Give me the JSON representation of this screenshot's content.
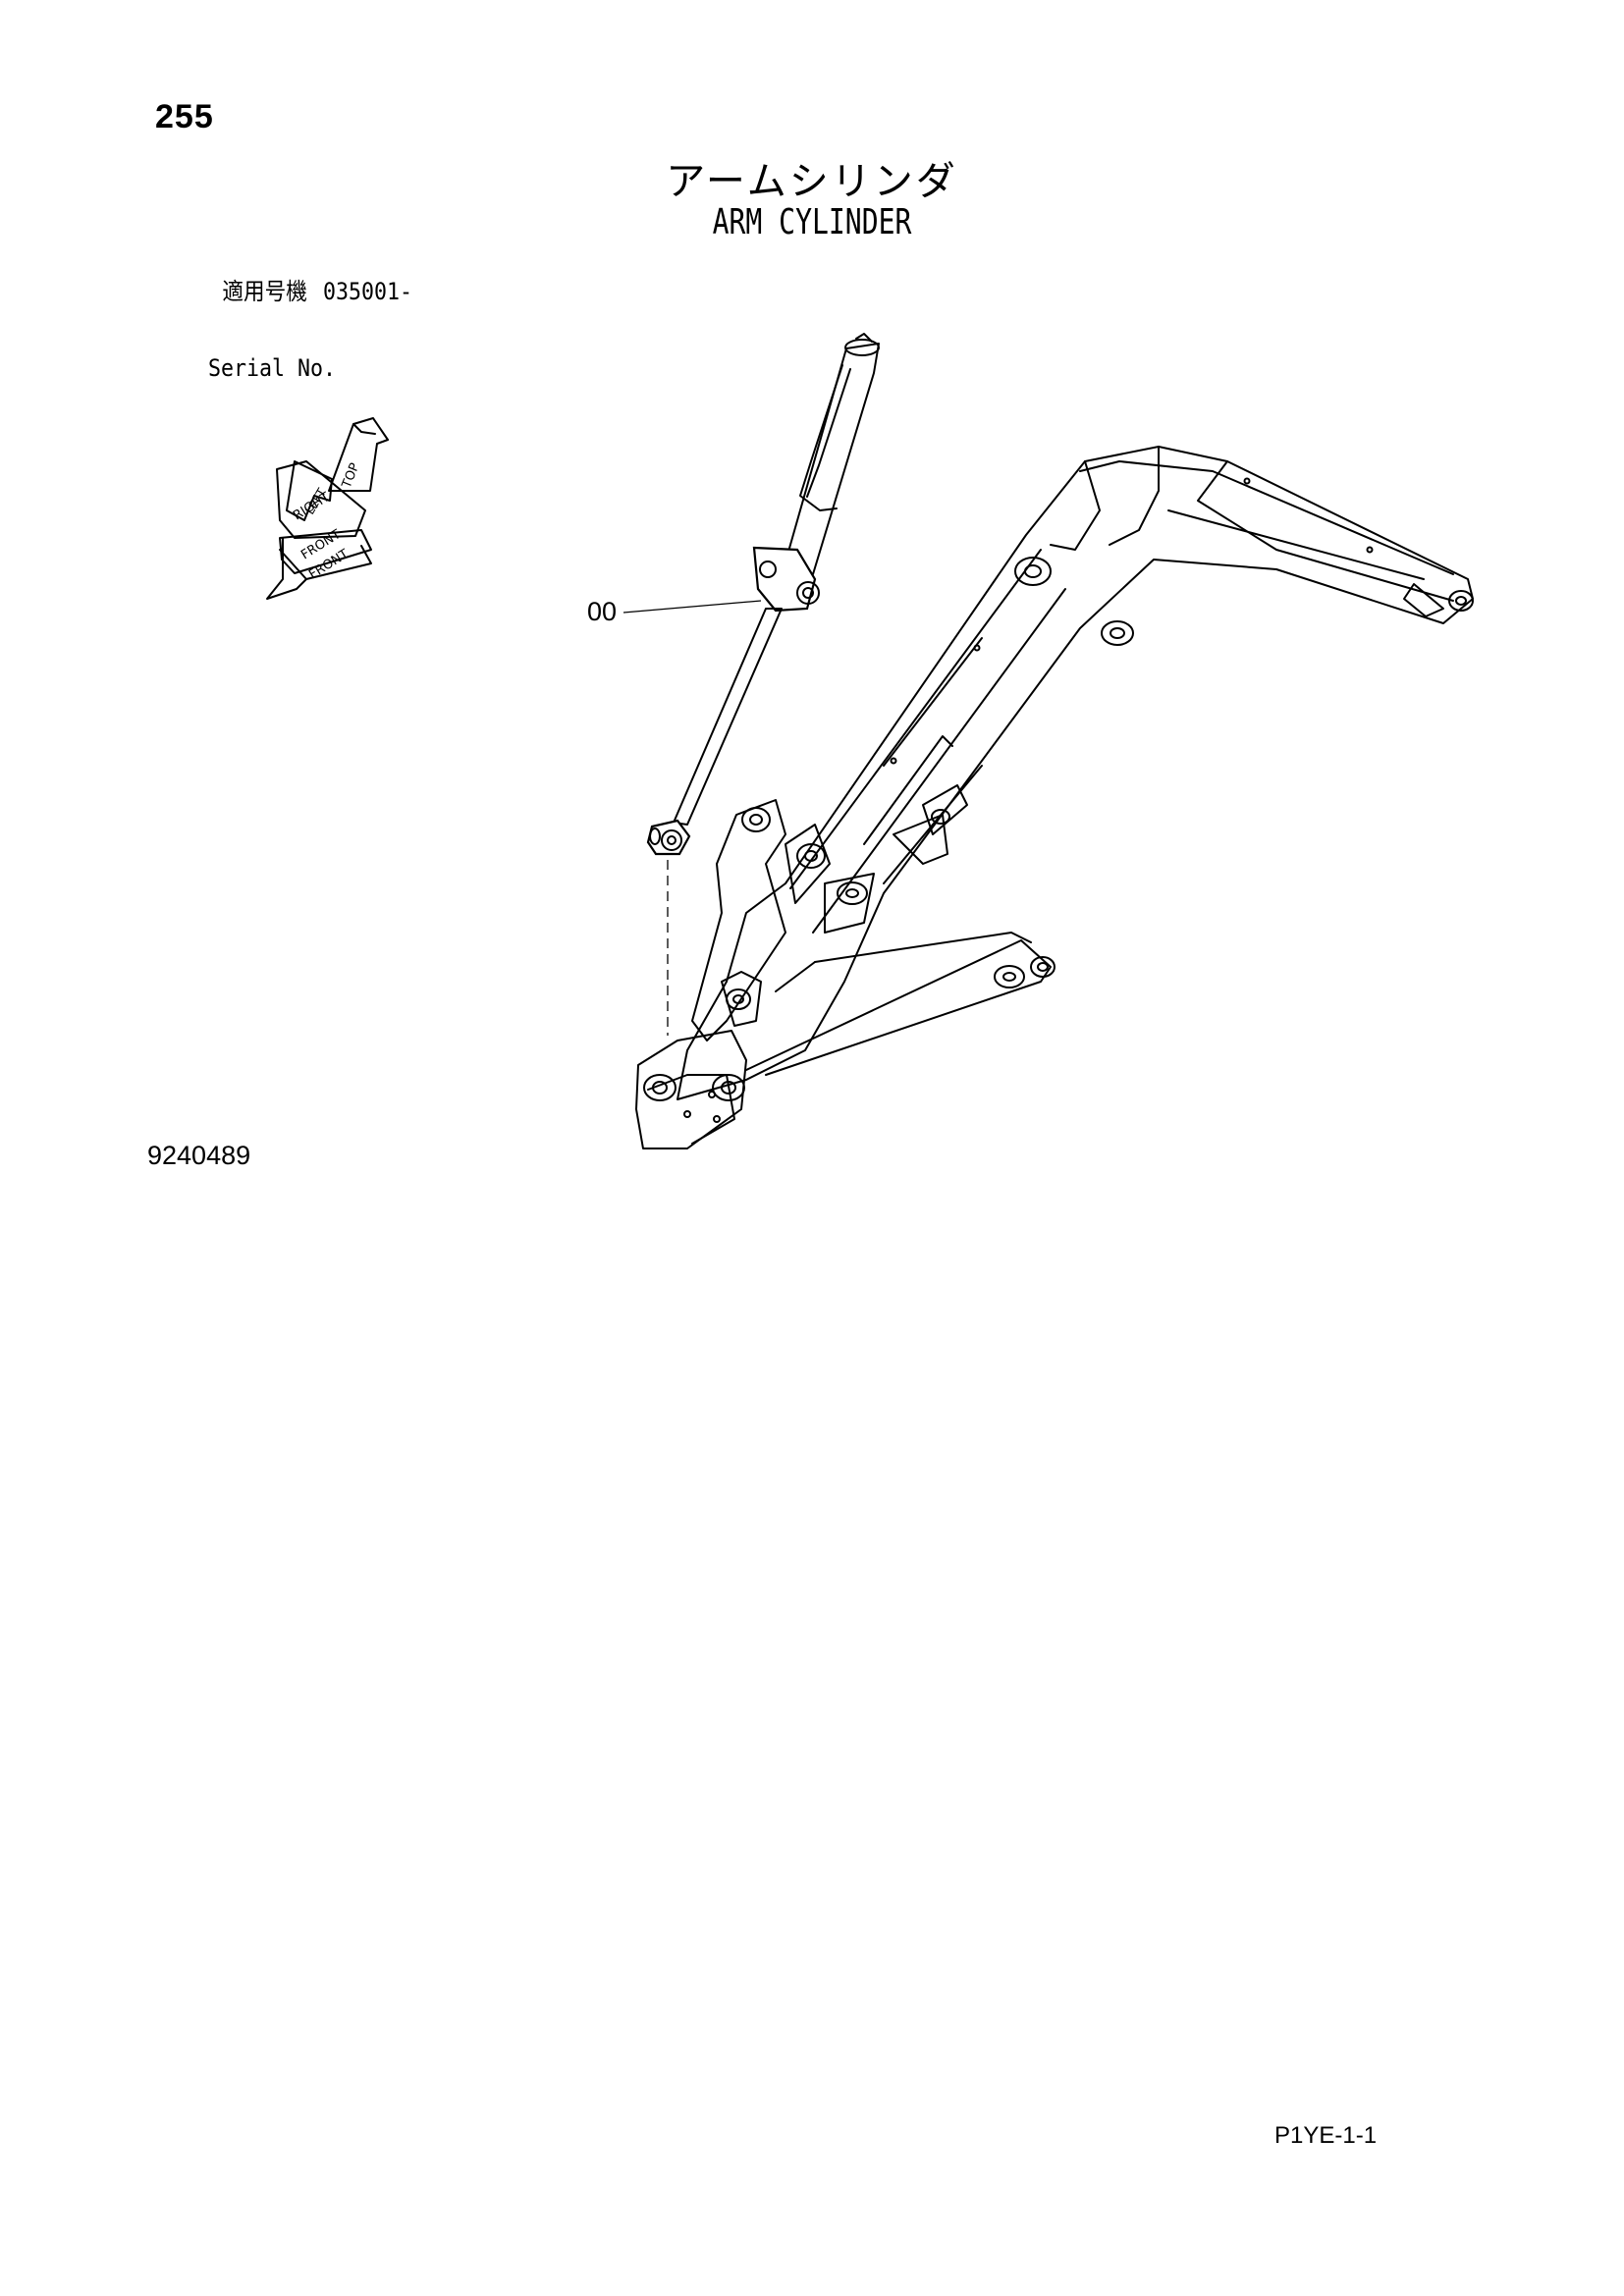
{
  "page": {
    "number": "255",
    "title_jp": "アームシリンダ",
    "title_en": "ARM CYLINDER"
  },
  "serial": {
    "label_jp": "適用号機",
    "value": "035001-",
    "label_en": "Serial No."
  },
  "orientation_indicator": {
    "labels": [
      "TOP",
      "LEFT",
      "RIGHT",
      "FRONT",
      "FRONT"
    ]
  },
  "callouts": [
    {
      "label": "00"
    }
  ],
  "illustration_id": "9240489",
  "page_code": "P1YE-1-1"
}
